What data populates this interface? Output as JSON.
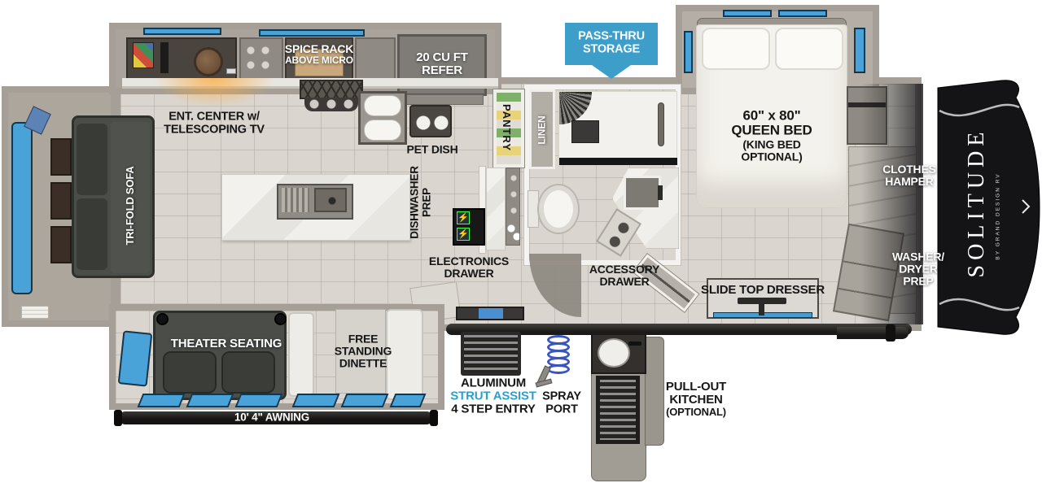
{
  "brand": {
    "name": "SOLITUDE",
    "byline": "BY GRAND DESIGN RV"
  },
  "banner": {
    "line1": "PASS-THRU",
    "line2": "STORAGE"
  },
  "kitchen": {
    "ent_line1": "ENT. CENTER w/",
    "ent_line2": "TELESCOPING TV",
    "spice_line1": "SPICE RACK",
    "spice_line2": "ABOVE MICRO",
    "refer_line1": "20 CU FT",
    "refer_line2": "REFER",
    "pet_dish": "PET DISH",
    "dishwasher_line1": "DISHWASHER",
    "dishwasher_line2": "PREP",
    "electronics_line1": "ELECTRONICS",
    "electronics_line2": "DRAWER",
    "pantry": "PANTRY"
  },
  "bath": {
    "linen": "LINEN",
    "accessory_line1": "ACCESSORY",
    "accessory_line2": "DRAWER"
  },
  "living": {
    "sofa": "TRI-FOLD SOFA",
    "theater": "THEATER SEATING",
    "dinette_line1": "FREE",
    "dinette_line2": "STANDING",
    "dinette_line3": "DINETTE",
    "awning": "10' 4\" AWNING"
  },
  "bedroom": {
    "bed_line1": "60\" x 80\"",
    "bed_line2": "QUEEN BED",
    "bed_line3": "(KING BED",
    "bed_line4": "OPTIONAL)",
    "dresser": "SLIDE TOP DRESSER",
    "hamper_line1": "CLOTHES",
    "hamper_line2": "HAMPER",
    "washer_line1": "WASHER/",
    "washer_line2": "DRYER",
    "washer_line3": "PREP"
  },
  "exterior": {
    "entry_line1": "ALUMINUM",
    "entry_line2": "STRUT ASSIST",
    "entry_line3": "4 STEP ENTRY",
    "spray_line1": "SPRAY",
    "spray_line2": "PORT",
    "pullout_line1": "PULL-OUT",
    "pullout_line2": "KITCHEN",
    "pullout_line3": "(OPTIONAL)"
  },
  "colors": {
    "banner_blue": "#3d9fc9",
    "window_blue": "#4aa3d8",
    "strut_blue": "#2f9fc9",
    "cap_black": "#141417"
  }
}
